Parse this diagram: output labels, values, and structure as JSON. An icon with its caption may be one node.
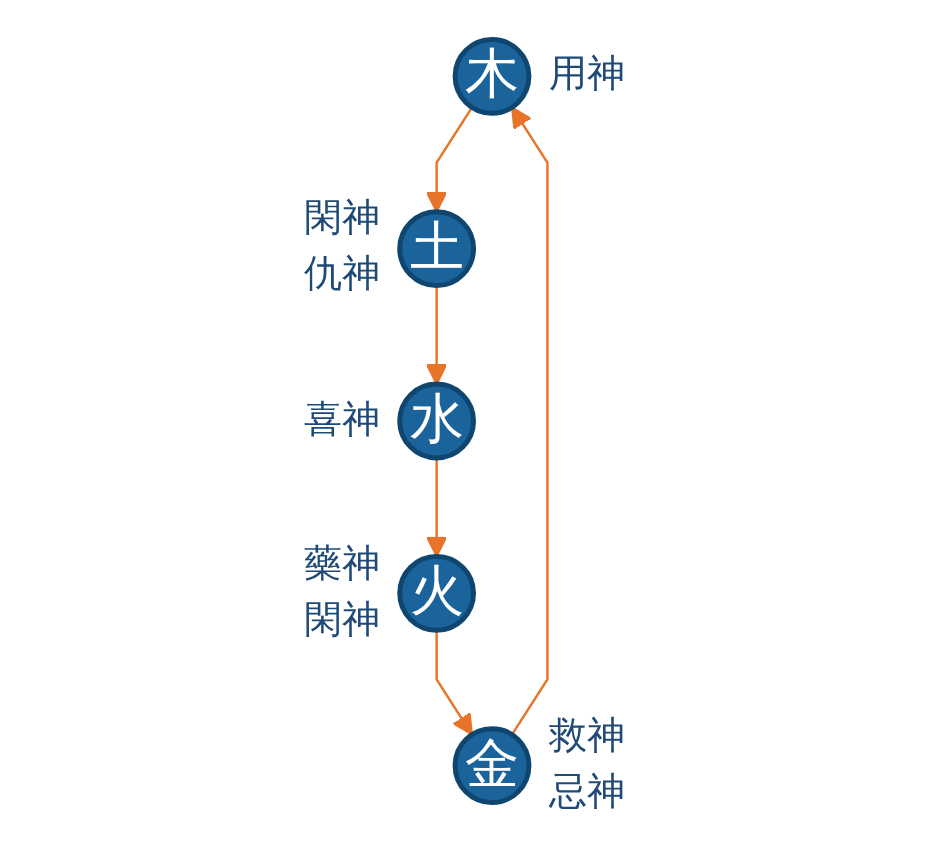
{
  "diagram": {
    "nodes": [
      {
        "text": [
          "木"
        ],
        "beside": [
          "用神"
        ]
      },
      {
        "text": [
          "火"
        ],
        "beside": [
          "藥神",
          "閑神"
        ]
      },
      {
        "text": [
          "水"
        ],
        "beside": [
          "喜神"
        ]
      },
      {
        "text": [
          "土"
        ],
        "beside": [
          "閑神",
          "仇神"
        ]
      },
      {
        "text": [
          "金"
        ],
        "beside": [
          "救神",
          "忌神"
        ]
      }
    ],
    "edges": [
      {
        "from": 0,
        "to": 3,
        "arrow": "to"
      },
      {
        "from": 3,
        "to": 2,
        "arrow": "to"
      },
      {
        "from": 2,
        "to": 1,
        "arrow": "to"
      },
      {
        "from": 1,
        "to": 4,
        "arrow": "to"
      },
      {
        "from": 4,
        "to": 0,
        "arrow": "to"
      }
    ]
  }
}
